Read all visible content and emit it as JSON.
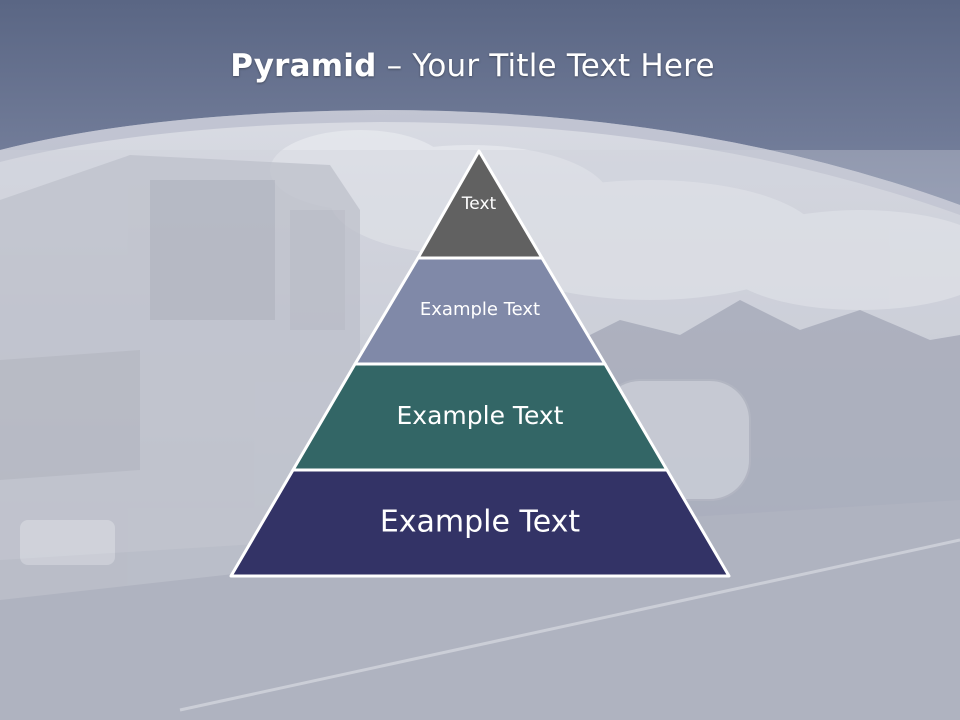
{
  "slide": {
    "title_bold": "Pyramid",
    "title_rest": " – Your Title Text Here"
  },
  "pyramid": {
    "tiers": [
      {
        "label": "Text",
        "color": "#616161"
      },
      {
        "label": "Example Text",
        "color": "#8089a8"
      },
      {
        "label": "Example Text",
        "color": "#336666"
      },
      {
        "label": "Example Text",
        "color": "#333366"
      }
    ]
  },
  "colors": {
    "header_band": "#66728f",
    "background": "#c9ccd6",
    "tier_outline": "#ffffff"
  }
}
